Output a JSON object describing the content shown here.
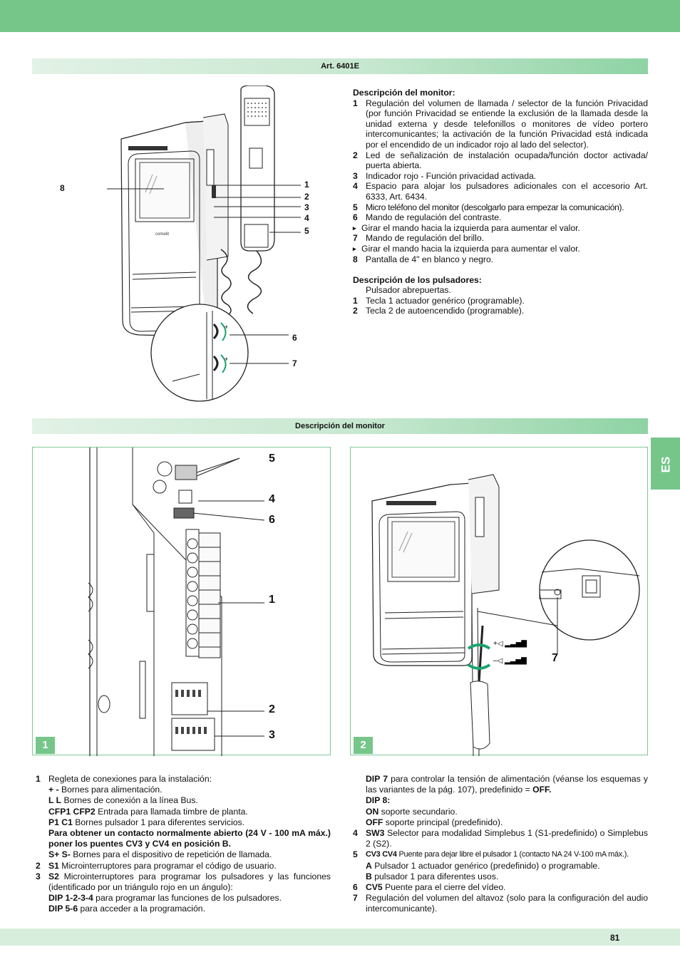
{
  "sections": {
    "art": "Art. 6401E",
    "monitor": "Descripción del monitor"
  },
  "side_tab": "ES",
  "page_number": "81",
  "figure_numbers": [
    "1",
    "2"
  ],
  "top_figure": {
    "callout_left": "8",
    "callouts_right": [
      "1",
      "2",
      "3",
      "4",
      "5"
    ],
    "callouts_knobs": [
      "6",
      "7"
    ],
    "brand": "comelit"
  },
  "fig1": {
    "callouts": [
      "5",
      "4",
      "6",
      "1",
      "2",
      "3"
    ]
  },
  "fig2": {
    "callout": "7"
  },
  "monitor_desc": {
    "title": "Descripción del monitor:",
    "items": [
      {
        "n": "1",
        "t": "Regulación del volumen de llamada / selector de la función Privacidad (por función Privacidad se entiende la exclusión de la llamada desde la unidad externa y desde telefonillos o monitores de vídeo portero intercomunicantes; la activación de la función Privacidad está indicada por el encendido de un indicador rojo al lado del selector)."
      },
      {
        "n": "2",
        "t": "Led de señalización de instalación ocupada/función doctor activada/ puerta abierta."
      },
      {
        "n": "3",
        "t": "Indicador rojo - Función privacidad activada."
      },
      {
        "n": "4",
        "t": "Espacio para alojar los pulsadores adicionales con el accesorio Art. 6333, Art. 6434."
      },
      {
        "n": "5",
        "t": "Micro teléfono del monitor (descolgarlo para empezar la comunicación)."
      },
      {
        "n": "6",
        "t": "Mando de regulación del contraste."
      },
      {
        "n": "▸",
        "t": "Girar el mando hacia la izquierda para aumentar el valor."
      },
      {
        "n": "7",
        "t": "Mando de regulación del brillo."
      },
      {
        "n": "▸",
        "t": "Girar el mando hacia la izquierda para aumentar el valor."
      },
      {
        "n": "8",
        "t": "Pantalla de 4\" en blanco y negro."
      }
    ]
  },
  "buttons_desc": {
    "title": "Descripción de los pulsadores:",
    "intro": "Pulsador abrepuertas.",
    "items": [
      {
        "n": "1",
        "t": "Tecla 1 actuador genérico (programable)."
      },
      {
        "n": "2",
        "t": "Tecla 2 de autoencendido (programable)."
      }
    ]
  },
  "bottom_left": {
    "i1_n": "1",
    "i1_t": "Regleta de conexiones para la instalación:",
    "pm_b": "+ -",
    "pm_t": " Bornes para alimentación.",
    "ll_b": "L L",
    "ll_t": " Bornes de conexión a la línea Bus.",
    "cfp_b": "CFP1 CFP2",
    "cfp_t": " Entrada para llamada timbre de planta.",
    "p1_b": "P1 C1",
    "p1_t": " Bornes pulsador 1 para diferentes servicios.",
    "bold_note": "Para obtener un contacto normalmente abierto (24 V - 100 mA máx.) poner los puentes CV3 y CV4 en posición B.",
    "ss_b": "S+ S-",
    "ss_t": " Bornes para el dispositivo de repetición de llamada.",
    "i2_n": "2",
    "i2_b": "S1",
    "i2_t": " Microinterruptores para programar el código de usuario.",
    "i3_n": "3",
    "i3_b": "S2",
    "i3_t": " Microinterruptores para programar los pulsadores y las funciones (identificado por un triángulo rojo en un ángulo):",
    "d14_b": "DIP 1-2-3-4",
    "d14_t": " para programar las funciones de los pulsadores.",
    "d56_b": "DIP 5-6",
    "d56_t": " para acceder a la programación."
  },
  "bottom_right": {
    "d7_b": "DIP 7",
    "d7_t": " para controlar la tensión de alimentación (véanse los esquemas y las variantes de la pág. 107), predefinido = ",
    "d7_off": "OFF.",
    "d8_b": "DIP 8:",
    "on_b": "ON",
    "on_t": " soporte secundario.",
    "off_b": "OFF",
    "off_t": " soporte principal (predefinido).",
    "i4_n": "4",
    "i4_b": "SW3",
    "i4_t": " Selector para modalidad Simplebus 1 (S1-predefinido) o Simplebus 2 (S2).",
    "i5_n": "5",
    "i5_b": "CV3 CV4",
    "i5_t": " Puente para dejar libre el pulsador 1 (contacto NA 24 V-100 mA máx.).",
    "a_b": "A",
    "a_t": " Pulsador 1 actuador genérico (predefinido) o programable.",
    "b_b": "B",
    "b_t": " pulsador 1 para diferentes usos.",
    "i6_n": "6",
    "i6_b": "CV5",
    "i6_t": " Puente para el cierre del vídeo.",
    "i7_n": "7",
    "i7_t": "Regulación del volumen del altavoz (solo para la configuración del audio intercomunicante)."
  }
}
